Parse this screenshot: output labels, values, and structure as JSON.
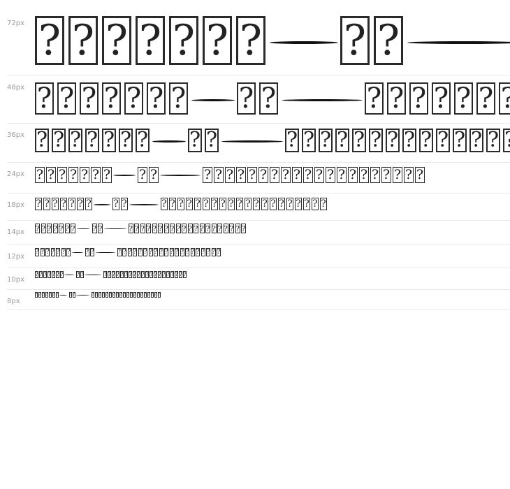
{
  "glyph_char": "?",
  "sample_pattern": [
    7,
    "dash",
    2,
    "dash",
    20
  ],
  "rows": [
    {
      "size_label": "72px",
      "size": 72
    },
    {
      "size_label": "48px",
      "size": 48
    },
    {
      "size_label": "36px",
      "size": 36
    },
    {
      "size_label": "24px",
      "size": 24
    },
    {
      "size_label": "18px",
      "size": 18
    },
    {
      "size_label": "14px",
      "size": 14
    },
    {
      "size_label": "12px",
      "size": 12
    },
    {
      "size_label": "10px",
      "size": 10
    },
    {
      "size_label": "8px",
      "size": 8
    }
  ],
  "colors": {
    "glyph": "#222222",
    "label": "#9a9a9a",
    "divider": "#e9e9e9",
    "background": "#ffffff"
  }
}
